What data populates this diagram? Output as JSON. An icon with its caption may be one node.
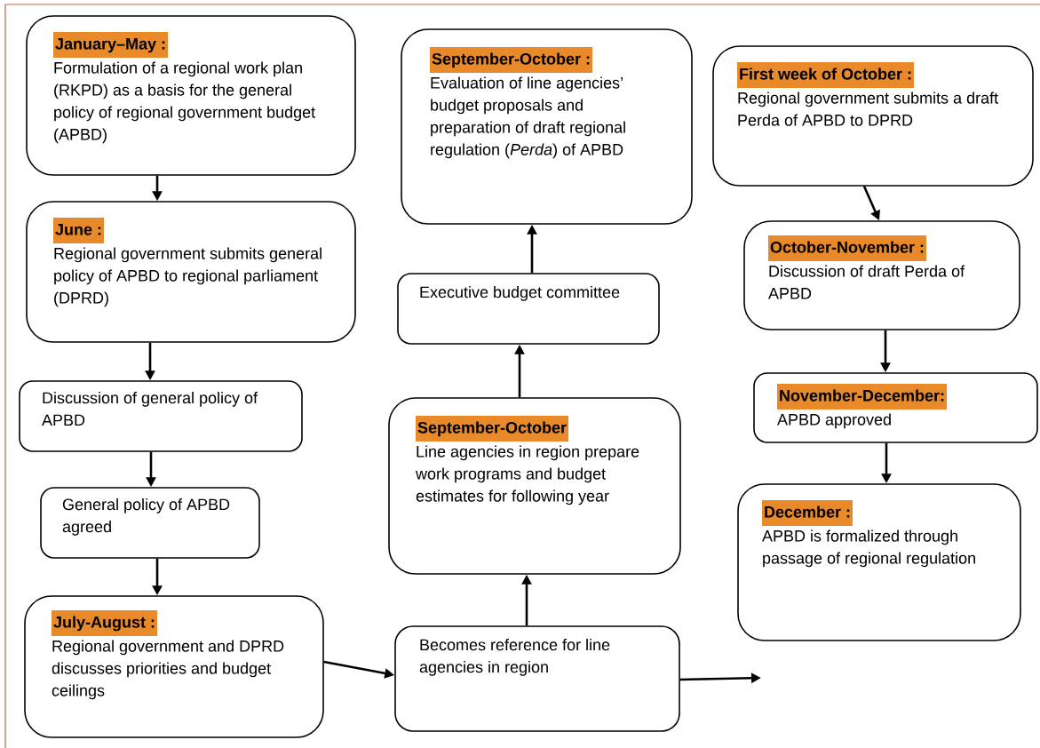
{
  "diagram": {
    "nodes": [
      {
        "text": [
          "January–May :",
          "Formulation of a regional work plan (RKPD) as a basis for the general policy of regional government budget (APBD)"
        ]
      },
      {
        "text": [
          "June :",
          "Regional government submits general policy of APBD to regional parliament (DPRD)"
        ]
      },
      {
        "text": [
          "Discussion of general policy of APBD"
        ]
      },
      {
        "text": [
          "General policy of APBD agreed"
        ]
      },
      {
        "text": [
          "July-August :",
          "Regional government and DPRD discusses priorities and budget ceilings"
        ]
      },
      {
        "text": [
          "Becomes reference for line agencies in region"
        ]
      },
      {
        "text": [
          "September-October",
          "Line agencies in region prepare work programs and budget estimates for following year"
        ]
      },
      {
        "text": [
          "Executive budget committee"
        ]
      },
      {
        "text": [
          "September-October :",
          "Evaluation of line agencies’ budget proposals and preparation of draft regional regulation (*Perda*) of APBD"
        ]
      },
      {
        "text": [
          "First week of October :",
          "Regional government submits a draft Perda of APBD to DPRD"
        ]
      },
      {
        "text": [
          "October-November :",
          "Discussion of draft Perda of APBD"
        ]
      },
      {
        "text": [
          "November-December:",
          "APBD approved"
        ]
      },
      {
        "text": [
          "December :",
          "APBD is formalized through passage of regional regulation"
        ]
      }
    ],
    "edges": [
      {
        "from": 0,
        "to": 1,
        "arrow": "to"
      },
      {
        "from": 1,
        "to": 2,
        "arrow": "to"
      },
      {
        "from": 2,
        "to": 3,
        "arrow": "to"
      },
      {
        "from": 3,
        "to": 4,
        "arrow": "to"
      },
      {
        "from": 4,
        "to": 5,
        "arrow": "to"
      },
      {
        "from": 5,
        "to": 6,
        "arrow": "to"
      },
      {
        "from": 6,
        "to": 7,
        "arrow": "to"
      },
      {
        "from": 7,
        "to": 8,
        "arrow": "to"
      },
      {
        "from": 9,
        "to": 10,
        "arrow": "to"
      },
      {
        "from": 10,
        "to": 11,
        "arrow": "to"
      },
      {
        "from": 11,
        "to": 12,
        "arrow": "to"
      },
      {
        "from": 5,
        "to": null,
        "arrow": "to"
      }
    ]
  }
}
